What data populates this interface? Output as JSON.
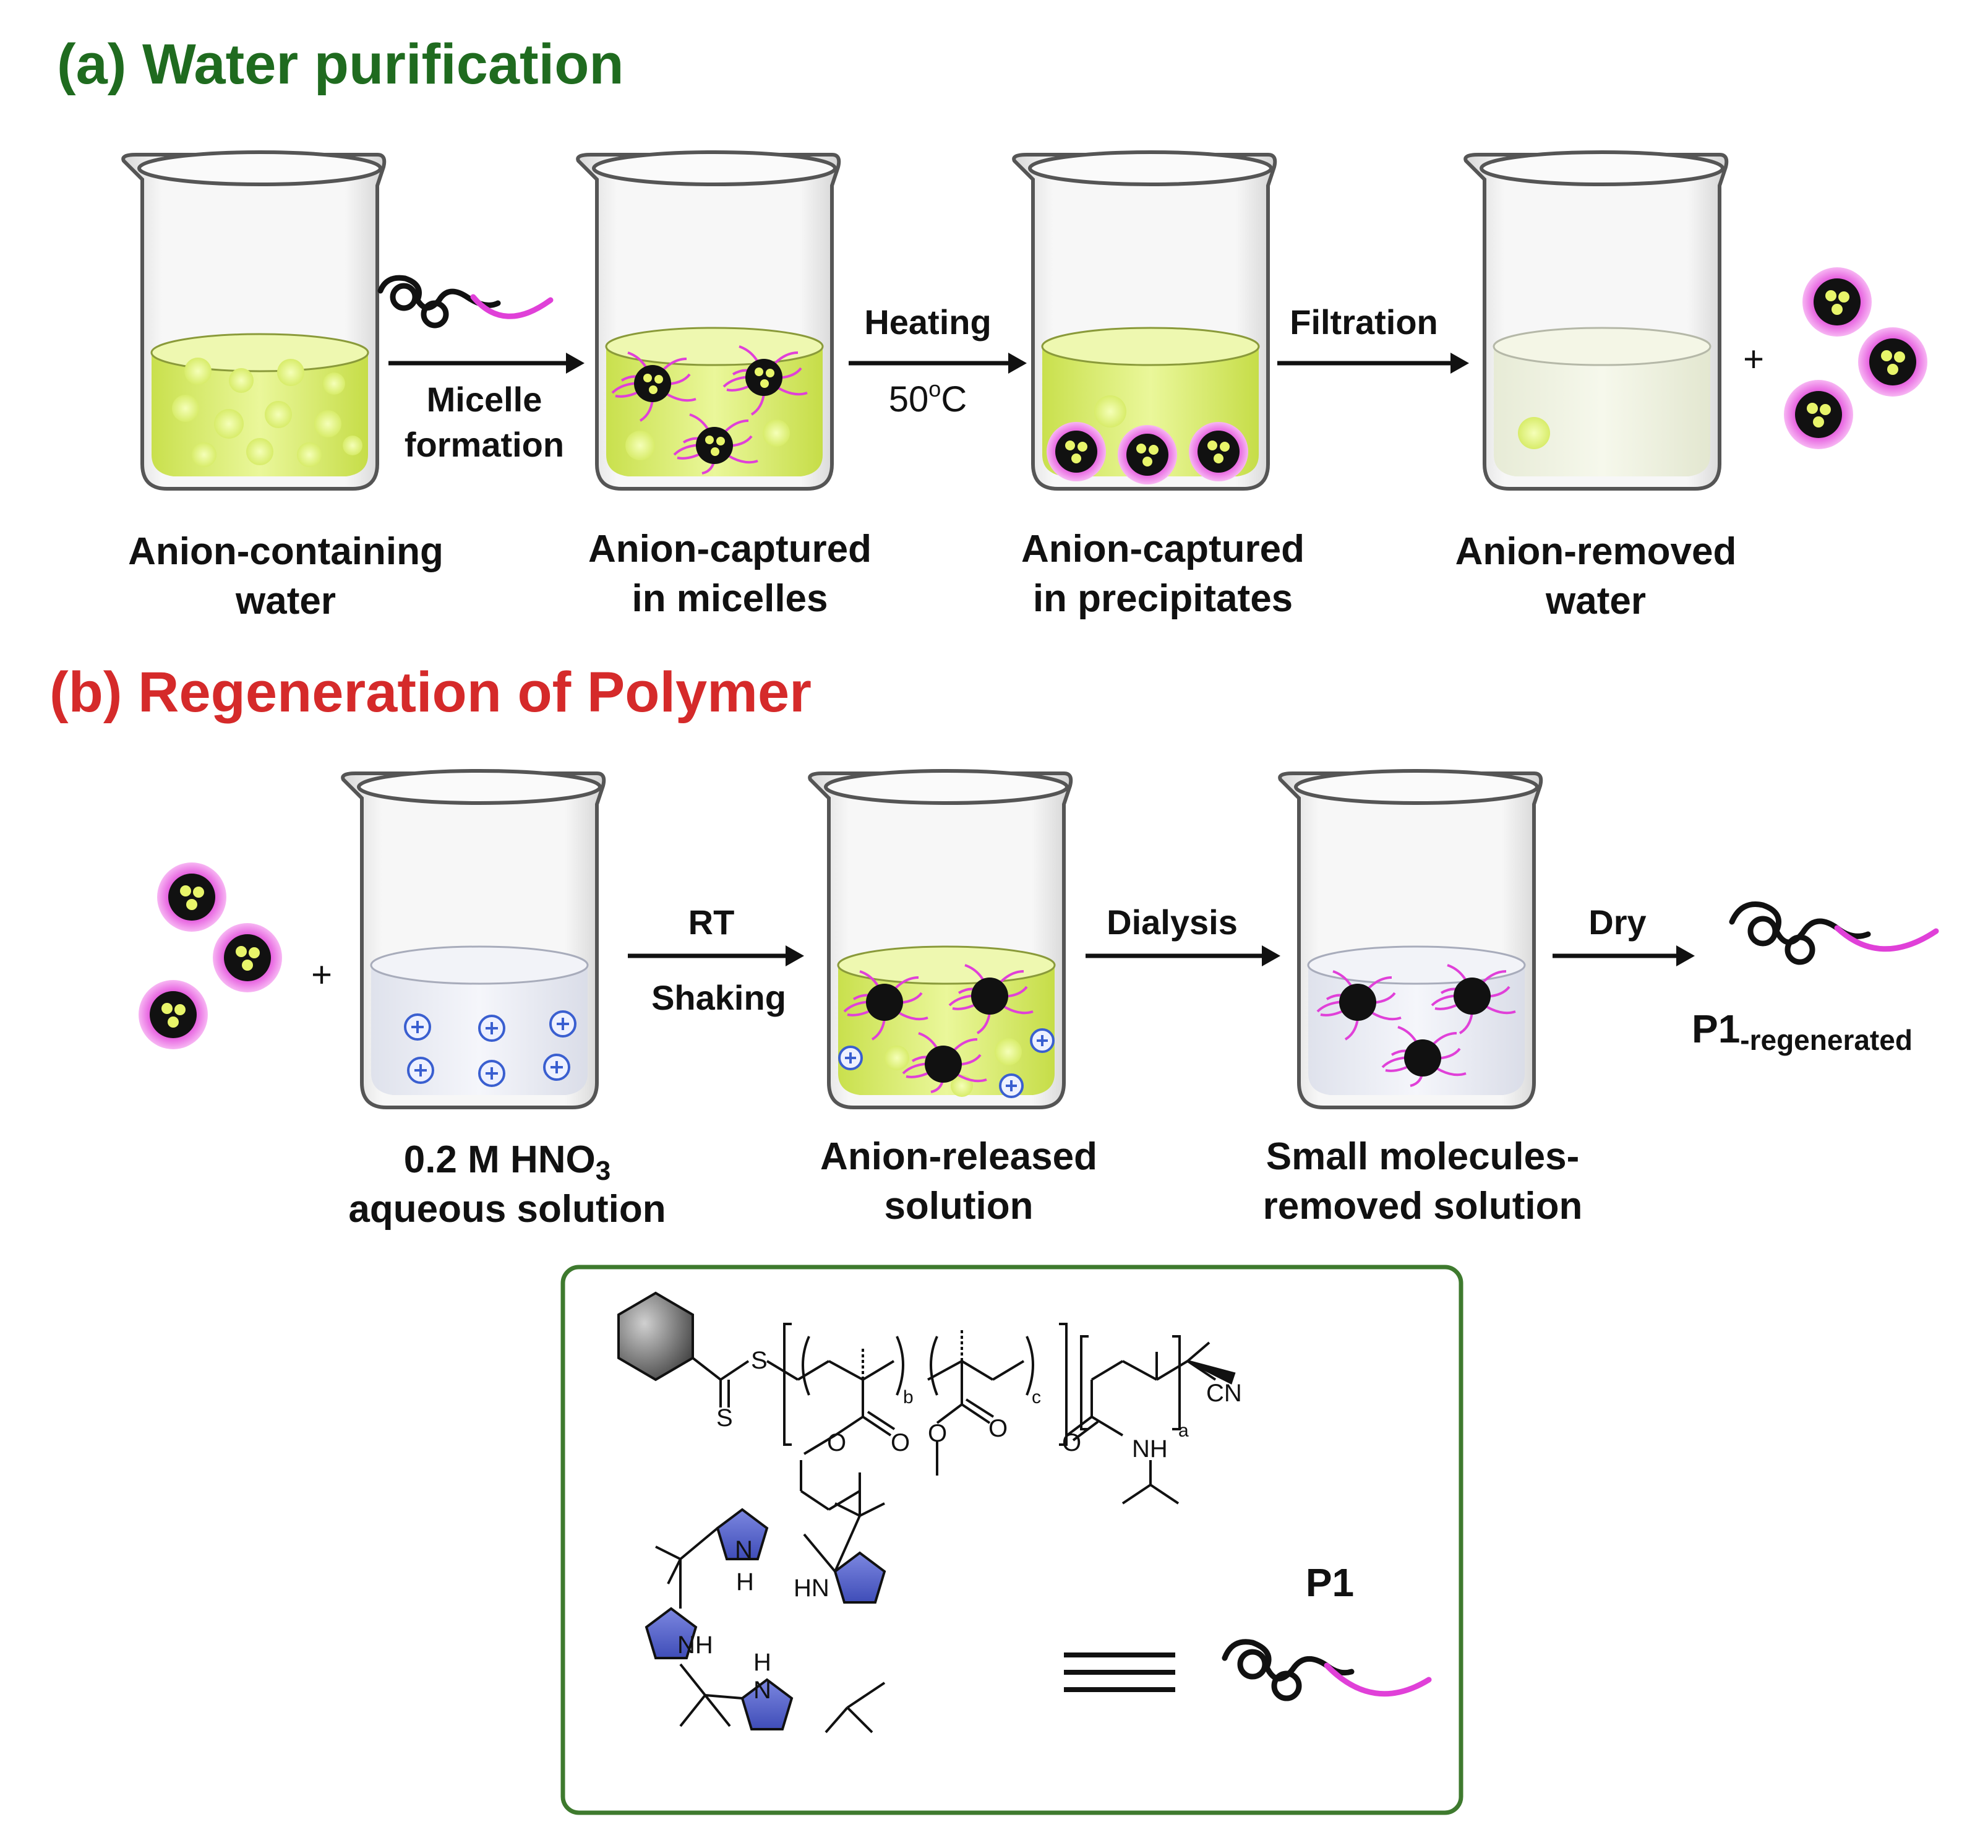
{
  "panel_a": {
    "heading": "(a) Water purification",
    "steps": [
      {
        "caption_line1": "Anion-containing",
        "caption_line2": "water"
      },
      {
        "caption_line1": "Anion-captured",
        "caption_line2": "in micelles"
      },
      {
        "caption_line1": "Anion-captured",
        "caption_line2": "in precipitates"
      },
      {
        "caption_line1": "Anion-removed",
        "caption_line2": "water"
      }
    ],
    "arrows": [
      {
        "label_line1": "Micelle",
        "label_line2": "formation"
      },
      {
        "label_top": "Heating",
        "label_bottom_main": "50",
        "label_bottom_sup": "o",
        "label_bottom_tail": "C"
      },
      {
        "label_top": "Filtration"
      }
    ],
    "plus": "+"
  },
  "panel_b": {
    "heading": "(b) Regeneration of Polymer",
    "steps": [
      {
        "caption_line1_main": "0.2 M HNO",
        "caption_line1_sub": "3",
        "caption_line2": "aqueous solution"
      },
      {
        "caption_line1": "Anion-released",
        "caption_line2": "solution"
      },
      {
        "caption_line1": "Small molecules-",
        "caption_line2": "removed solution"
      }
    ],
    "arrows": [
      {
        "label_top": "RT",
        "label_bottom": "Shaking"
      },
      {
        "label_top": "Dialysis"
      },
      {
        "label_top": "Dry"
      }
    ],
    "plus": "+",
    "product_main": "P1",
    "product_sub": "-regenerated"
  },
  "structure_box": {
    "label": "P1",
    "atoms": {
      "sulfur_1": "S",
      "sulfur_2": "S",
      "oxygen_1": "O",
      "oxygen_2": "O",
      "oxygen_3": "O",
      "oxygen_4": "O",
      "oxygen_5": "O",
      "amide_nh": "NH",
      "nitrile": "CN",
      "pyrrole_nh_top": "H",
      "pyrrole_n_top": "N",
      "pyrrole_nh_right": "HN",
      "pyrrole_nh_left": "NH",
      "pyrrole_h_bottom": "H",
      "pyrrole_n_bottom": "N"
    },
    "subscripts": {
      "b": "b",
      "c": "c",
      "a": "a"
    }
  },
  "colors": {
    "heading_a": "#1f6b1f",
    "heading_b": "#d52a2a",
    "water_yellow": "#dff07a",
    "polymer_magenta": "#e040d8",
    "cation_blue": "#3a5fd0",
    "pyrrole_blue": "#5060c8",
    "box_border": "#3e7a2e"
  }
}
